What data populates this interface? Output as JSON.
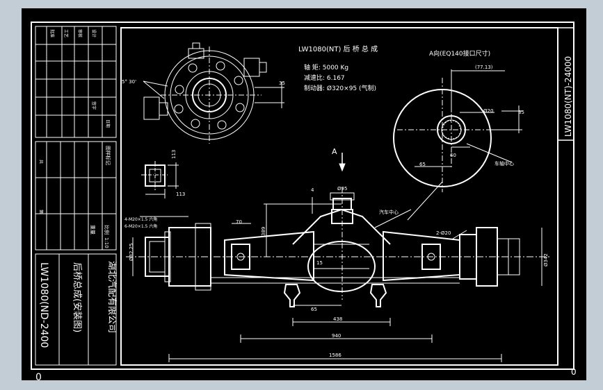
{
  "colors": {
    "background": "#000000",
    "frame": "#c3cdd6",
    "line": "#ffffff"
  },
  "title_block": {
    "rotated_company": "湖北汽配有限公司",
    "rotated_title": "后桥总成(安装图)",
    "rotated_code": "LW1080(ND-2400",
    "scale": "1:10",
    "weight_label": "重量",
    "scale_label": "比例",
    "mark_label": "图样标记",
    "count_label": "共",
    "sheet_label": "第",
    "design_label": "设计",
    "check_label": "审核",
    "process_label": "工艺",
    "approve_label": "批准",
    "date_label": "日期",
    "sign_label": "签字"
  },
  "top_right_code": "LW1080(NT)-24000",
  "bottom_right_code": "0",
  "spec": {
    "title": "LW1080(NT)  后 桥 总 成",
    "torque": "轴  矩: 5000 Kg",
    "ratio": "减速比: 6.167",
    "brake": "制动器: Ø320×95 (气制)"
  },
  "view_a": {
    "title": "A向(EQ140接口尺寸)",
    "dim_7713": "(77.13)",
    "dim_35": "35",
    "dim_65": "65",
    "dim_60": "60",
    "phi20": "Ø20",
    "axle_center": "车轴中心"
  },
  "arrow_a": "A",
  "side_view": {
    "angle": "5° 30'",
    "dim_35": "35"
  },
  "small_section": {
    "dim_113_v": "113",
    "dim_113_h": "113"
  },
  "main_view": {
    "dim_4": "4",
    "dim_95": "Ø95",
    "dim_70": "70",
    "dim_389": "389",
    "dim_15": "15",
    "dim_65": "65",
    "dim_438": "438",
    "dim_940": "940",
    "dim_1586": "1586",
    "phi_2825": "Ø32.25",
    "phi_342": "Ø342",
    "two_phi20": "2-Ø20",
    "car_center": "汽车中心",
    "thread_1": "4-M20×1.5 六角",
    "thread_2": "6-M20×1.5 六角"
  }
}
